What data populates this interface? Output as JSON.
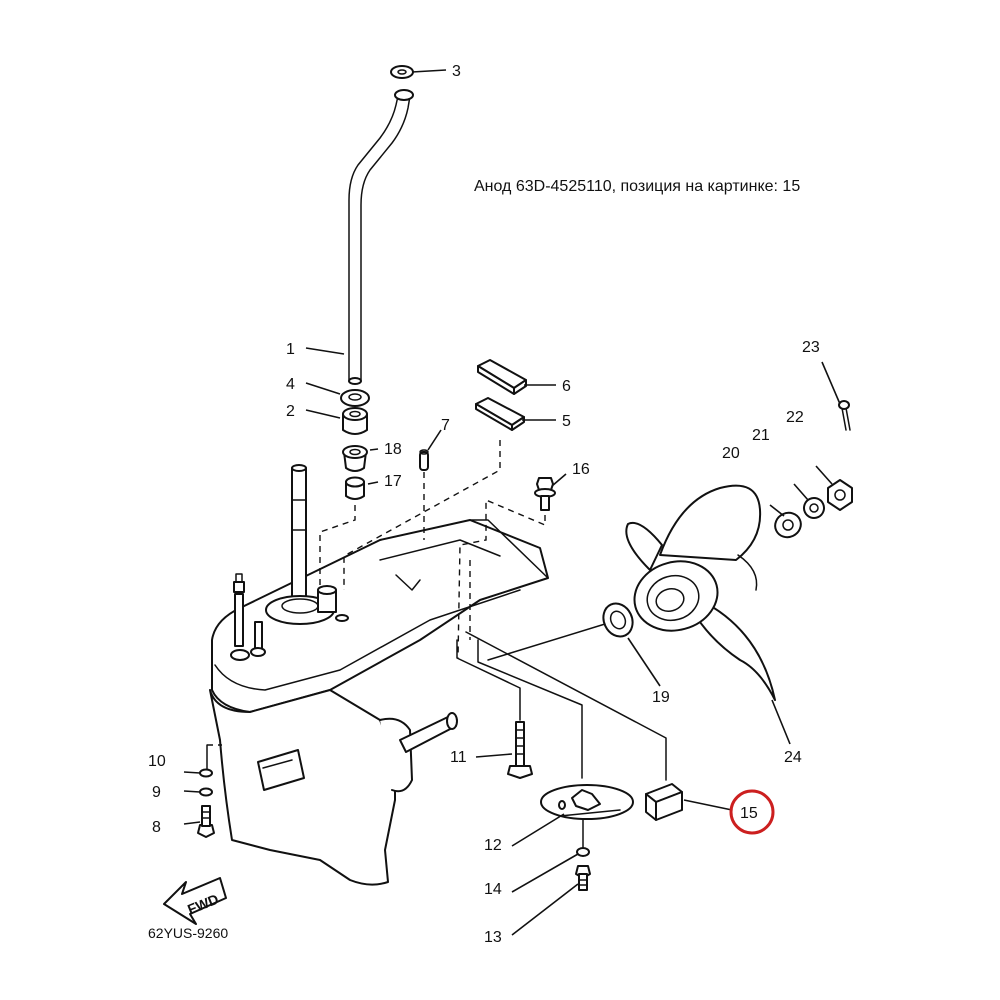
{
  "caption": "Анод 63D-4525110, позиция на картинке: 15",
  "diagram_code": "62YUS-9260",
  "fwd_label": "FWD",
  "highlight_color": "#cc1f1f",
  "callouts": [
    "1",
    "2",
    "3",
    "4",
    "5",
    "6",
    "7",
    "8",
    "9",
    "10",
    "11",
    "12",
    "13",
    "14",
    "15",
    "16",
    "17",
    "18",
    "19",
    "20",
    "21",
    "22",
    "23",
    "24"
  ],
  "highlighted_part": "15"
}
